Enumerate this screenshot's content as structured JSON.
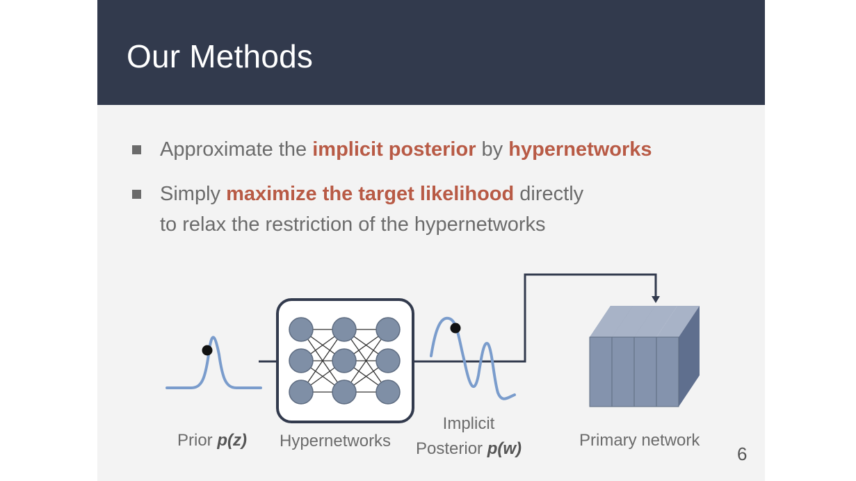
{
  "title": "Our Methods",
  "bullets": [
    {
      "parts": [
        {
          "text": "Approximate the ",
          "em": false
        },
        {
          "text": "implicit posterior",
          "em": true
        },
        {
          "text": " by ",
          "em": false
        },
        {
          "text": "hypernetworks",
          "em": true
        }
      ]
    },
    {
      "parts": [
        {
          "text": "Simply ",
          "em": false
        },
        {
          "text": "maximize the target likelihood",
          "em": true
        },
        {
          "text": " directly",
          "em": false
        }
      ],
      "second_line": "to relax the restriction of the hypernetworks"
    }
  ],
  "diagram": {
    "prior_label": "Prior ",
    "prior_math": "p(z)",
    "hyper_label": "Hypernetworks",
    "posterior_line1": "Implicit",
    "posterior_line2": "Posterior ",
    "posterior_math": "p(w)",
    "primary_label": "Primary network"
  },
  "page_number": "6",
  "colors": {
    "header": "#323a4d",
    "background": "#f3f3f3",
    "emphasis": "#b85a45",
    "node": "#7f8fa6",
    "curve": "#7a9ccc",
    "block": "#7386a8"
  }
}
